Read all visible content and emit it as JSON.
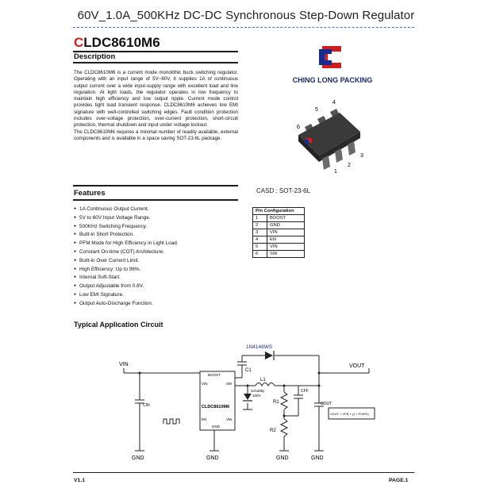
{
  "header": {
    "title": "60V_1.0A_500KHz DC-DC Synchronous Step-Down Regulator"
  },
  "part_number": {
    "prefix": "C",
    "rest": "LDC8610M6"
  },
  "description": {
    "heading": "Description",
    "para1": "The CLDC8610M6 is a current mode monolithic buck switching regulator. Operating with an input range of 5V~60V, it supplies 1A of continuous output current over a wide input-supply range with excellent load and line regulation. At light loads, the regulator operates in low frequency to maintain high efficiency and low output ripple. Current mode control provides tight load transient response. CLDC8610M6 achieves low EMI signature with well-controlled switching edges. Fault condition protection includes over-voltage protection, over-current protection, short-circuit protection, thermal shutdown and input under voltage lockout.",
    "para2": "The CLDC8610M6 requires a minimal number of readily available, external components and is available in a space saving SOT-23-6L package."
  },
  "company": {
    "name": "CHING LONG PACKING",
    "logo_colors": {
      "red": "#cc1f1f",
      "blue": "#1a2a8c"
    }
  },
  "package": {
    "casd_label": "CASD : SOT-23-6L",
    "pins": [
      "1",
      "2",
      "3",
      "4",
      "5",
      "6"
    ]
  },
  "pin_configuration": {
    "title": "Pin Configuration",
    "rows": [
      {
        "pin": "1",
        "name": "BOOST"
      },
      {
        "pin": "2",
        "name": "GND"
      },
      {
        "pin": "3",
        "name": "VIN"
      },
      {
        "pin": "4",
        "name": "EN"
      },
      {
        "pin": "5",
        "name": "VIN"
      },
      {
        "pin": "6",
        "name": "SW"
      }
    ]
  },
  "features": {
    "heading": "Features",
    "items": [
      "1A Continuous Output Current.",
      "5V to 60V Input Voltage Range.",
      "500KHz Switching Frequency.",
      "Built-in Short Protection.",
      "PFM Mode for High Efficiency in Light Load.",
      "Constant On-time (COT) Architecture.",
      "Built-in Over Current Limit.",
      "High Efficiency: Up to 96%.",
      "Internal Soft-Start.",
      "Output Adjustable from 0.8V.",
      "Low EMI Signature.",
      "Output Auto-Discharge Function."
    ]
  },
  "application": {
    "title": "Typical Application Circuit",
    "labels": {
      "diode": "1N4148WS",
      "vin": "VIN",
      "vout": "VOUT",
      "c1": "C1",
      "l1": "L1",
      "chip": "CLDC8610M6",
      "boost": "BOOST",
      "sw": "SW",
      "vin_pin": "VIN",
      "en": "EN",
      "vin_pin2": "VIN",
      "gnd_pin": "GND",
      "cin": "CIN",
      "schottky": "Schottky",
      "schottky_rating": "100V",
      "r1": "R1",
      "r2": "R2",
      "cff": "CFF",
      "cout": "COUT",
      "formula": "VOUT = VFB × (1 + R1/R2)",
      "gnd1": "GND",
      "gnd2": "GND",
      "gnd3": "GND",
      "gnd4": "GND"
    }
  },
  "footer": {
    "version": "V1.1",
    "page": "PAGE.1"
  }
}
